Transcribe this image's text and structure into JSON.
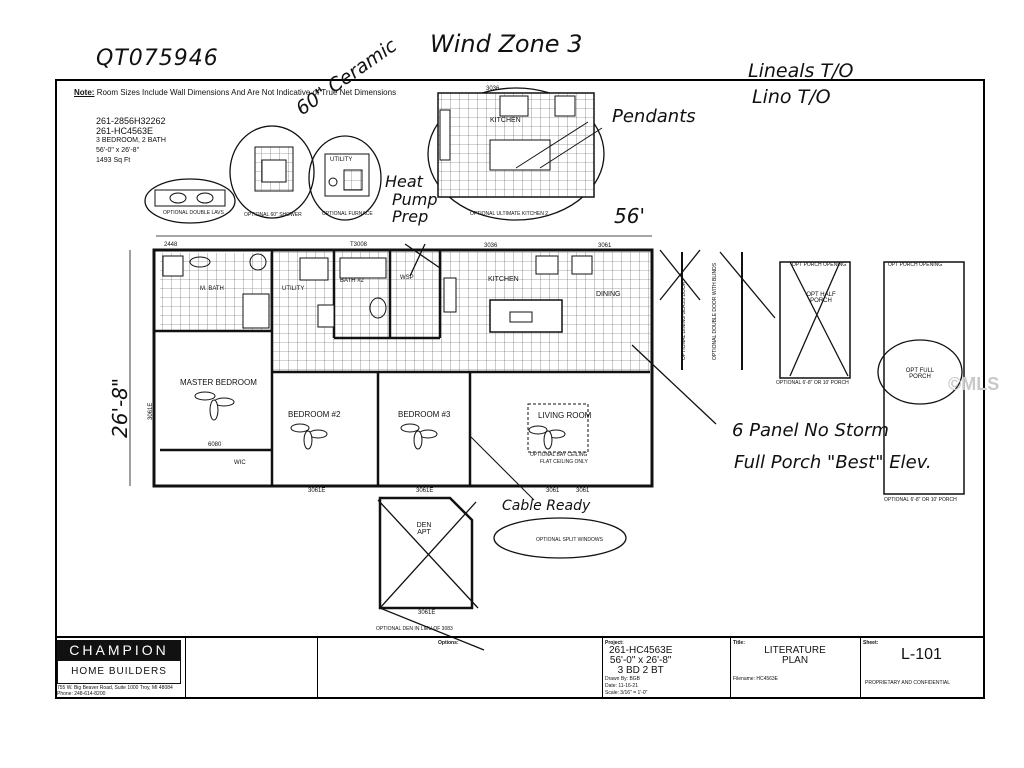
{
  "handwritten": {
    "top_left_code": "QT075946",
    "wind_zone": "Wind Zone 3",
    "lineals": "Lineals T/O",
    "lino": "Lino T/O",
    "ceramic": "60\" Ceramic",
    "pendants": "Pendants",
    "heat_pump": "Heat",
    "pump": "Pump",
    "prep": "Prep",
    "width": "56'",
    "depth": "26'-8\"",
    "six_panel": "6 Panel No Storm",
    "full_porch": "Full Porch \"Best\" Elev.",
    "cable_ready": "Cable Ready"
  },
  "header": {
    "note_label": "Note:",
    "note_text": "Room Sizes Include Wall Dimensions And Are Not Indicative of True Net Dimensions",
    "model_1": "261-2856H32262",
    "model_2": "261-HC4563E",
    "beds_baths": "3 Bedroom, 2 Bath",
    "size": "56'-0\" x 26'-8\"",
    "sqft": "1493 Sq Ft"
  },
  "options": {
    "double_lavs": "Optional Double Lavs",
    "shower_60": "Optional 60\" Shower",
    "furnace": "Optional Furnace",
    "kitchen2": "Optional Ultimate Kitchen 2",
    "dining_glass": "Optional Dining Glass Door",
    "double_door": "Optional Double Door With Blinds",
    "half_porch_opening": "Opt Porch Opening",
    "half_porch": "Opt Half Porch",
    "full_porch_opening": "Opt Porch Opening",
    "full_porch": "Opt Full Porch",
    "porch_post_1": "Optional 6'-8\" or 10' Porch",
    "porch_post_2": "Optional 6'-8\" or 10' Porch",
    "split_windows": "Optional Split Windows",
    "den": "Optional Den In Lieu Of 3083",
    "den_apt": "Den Apt",
    "bay_ceiling": "Optional Bay Ceiling",
    "flat_ceiling": "Flat Ceiling Only"
  },
  "rooms": {
    "kitchen_opt": "Kitchen",
    "utility_opt": "Utility",
    "m_bath": "M. Bath",
    "utility": "Utility",
    "bath2": "Bath #2",
    "kitchen": "Kitchen",
    "dining": "Dining",
    "master": "Master Bedroom",
    "bed2": "Bedroom #2",
    "bed3": "Bedroom #3",
    "living": "Living Room",
    "wic": "WIC",
    "wsp": "WSP"
  },
  "dims": {
    "d3036a": "3036",
    "d3036b": "3036",
    "d2448": "2448",
    "d3061": "3061",
    "dT3008": "T3008",
    "d6080": "6080",
    "d3061e_a": "3061E",
    "d3061e_b": "3061E",
    "d3061e_c": "3061E",
    "d3061e_d": "3061E",
    "d3061_e": "3061",
    "d3061_f": "3061"
  },
  "title_block": {
    "company_1": "CHAMPION",
    "company_2": "HOME BUILDERS",
    "address": "755 W. Big Beaver Road, Suite 1000 Troy, MI 48084 Phone: 248-614-8200",
    "project_label": "Project:",
    "project_1": "261-HC4563E",
    "project_2": "56'-0\" x 26'-8\"",
    "project_3": "3 BD 2 BT",
    "title_label": "Title:",
    "title_1": "LITERATURE",
    "title_2": "PLAN",
    "sheet_label": "Sheet:",
    "sheet": "L-101",
    "drawn": "Drawn By: BGB",
    "date": "Date: 11-16-21",
    "scale": "Scale: 3/16\" = 1'-0\"",
    "filename": "Filename: HC4563E",
    "proprietary": "Proprietary and Confidential",
    "options_label": "Options:"
  },
  "watermark": "©MLS"
}
